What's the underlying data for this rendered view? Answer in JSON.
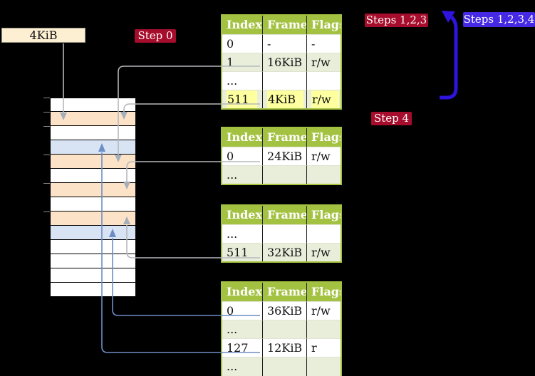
{
  "colors": {
    "bg": "#000000",
    "table_green": "#a4c242",
    "row_green": "#e9eedb",
    "highlight_yellow": "#feff9e",
    "badge_red": "#a60c2b",
    "badge_blue": "#4629e4",
    "arrow_blue": "#2e14dc",
    "connector_gray": "#b5b8bc",
    "connector_blue": "#6d8ec4",
    "frame_peach": "#fce3c8",
    "page_blue": "#d8e4f4",
    "box_cream": "#fcefd2"
  },
  "cr3_pointer": {
    "label": "4KiB"
  },
  "badges": {
    "step0": "Step 0",
    "steps123": "Steps 1,2,3",
    "steps1234": "Steps 1,2,3,4",
    "step4": "Step 4"
  },
  "memory_strip": {
    "row_kind": [
      "free",
      "table",
      "free",
      "page",
      "table",
      "free",
      "table",
      "free",
      "table",
      "page",
      "free",
      "free",
      "free",
      "free"
    ],
    "tick_row_boundaries": [
      0,
      1,
      2,
      4,
      6,
      8
    ]
  },
  "tables": [
    {
      "headers": [
        "Index",
        "Frame",
        "Flags"
      ],
      "rows": [
        [
          "0",
          "-",
          "-"
        ],
        [
          "1",
          "16KiB",
          "r/w"
        ],
        [
          "...",
          "",
          ""
        ],
        [
          "511",
          "4KiB",
          "r/w"
        ]
      ],
      "highlight_rows": [
        3
      ]
    },
    {
      "headers": [
        "Index",
        "Frame",
        "Flags"
      ],
      "rows": [
        [
          "0",
          "24KiB",
          "r/w"
        ],
        [
          "...",
          "",
          ""
        ]
      ],
      "highlight_rows": []
    },
    {
      "headers": [
        "Index",
        "Frame",
        "Flags"
      ],
      "rows": [
        [
          "...",
          "",
          ""
        ],
        [
          "511",
          "32KiB",
          "r/w"
        ]
      ],
      "highlight_rows": []
    },
    {
      "headers": [
        "Index",
        "Frame",
        "Flags"
      ],
      "rows": [
        [
          "0",
          "36KiB",
          "r/w"
        ],
        [
          "...",
          "",
          ""
        ],
        [
          "127",
          "12KiB",
          "r"
        ],
        [
          "...",
          "",
          ""
        ]
      ],
      "highlight_rows": []
    }
  ]
}
